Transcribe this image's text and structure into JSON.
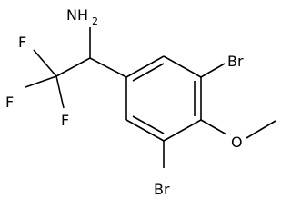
{
  "molecule": {
    "atoms": {
      "amine": "NH",
      "amine_subscript": "2",
      "fluorine": "F",
      "bromine": "Br",
      "oxygen": "O"
    },
    "colors": {
      "bond": "#000000",
      "label": "#000000",
      "background": "#ffffff"
    }
  }
}
